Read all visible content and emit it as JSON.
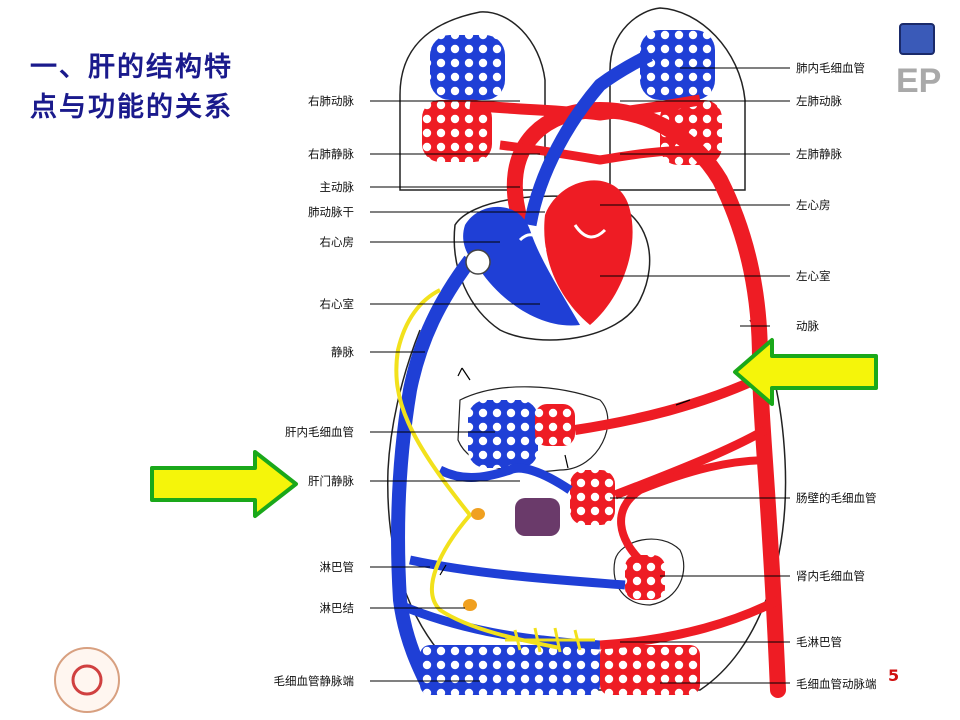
{
  "slide": {
    "title": "一、肝的结构特点与功能的关系",
    "page_number": "5",
    "logo_text": "EP"
  },
  "labels_left": [
    {
      "id": "right-pulmonary-artery",
      "text": "右肺动脉"
    },
    {
      "id": "right-pulmonary-vein",
      "text": "右肺静脉"
    },
    {
      "id": "aorta",
      "text": "主动脉"
    },
    {
      "id": "pulmonary-trunk",
      "text": "肺动脉干"
    },
    {
      "id": "right-atrium",
      "text": "右心房"
    },
    {
      "id": "right-ventricle",
      "text": "右心室"
    },
    {
      "id": "vein",
      "text": "静脉"
    },
    {
      "id": "liver-capillary",
      "text": "肝内毛细血管"
    },
    {
      "id": "hepatic-portal-vein",
      "text": "肝门静脉"
    },
    {
      "id": "lymph-vessel",
      "text": "淋巴管"
    },
    {
      "id": "lymph-node",
      "text": "淋巴结"
    },
    {
      "id": "capillary-venous-end",
      "text": "毛细血管静脉端"
    }
  ],
  "labels_right": [
    {
      "id": "lung-capillary",
      "text": "肺内毛细血管"
    },
    {
      "id": "left-pulmonary-artery",
      "text": "左肺动脉"
    },
    {
      "id": "left-pulmonary-vein",
      "text": "左肺静脉"
    },
    {
      "id": "left-atrium",
      "text": "左心房"
    },
    {
      "id": "left-ventricle",
      "text": "左心室"
    },
    {
      "id": "artery",
      "text": "动脉"
    },
    {
      "id": "intestinal-capillary",
      "text": "肠壁的毛细血管"
    },
    {
      "id": "kidney-capillary",
      "text": "肾内毛细血管"
    },
    {
      "id": "lymph-capillary",
      "text": "毛淋巴管"
    },
    {
      "id": "capillary-arterial-end",
      "text": "毛细血管动脉端"
    }
  ],
  "colors": {
    "title": "#1a1a8c",
    "arterial": "#ee1c24",
    "venous": "#1f3fd6",
    "lymph": "#f2e11c",
    "arrow_fill": "#f5f50a",
    "arrow_border": "#1aa81a"
  }
}
